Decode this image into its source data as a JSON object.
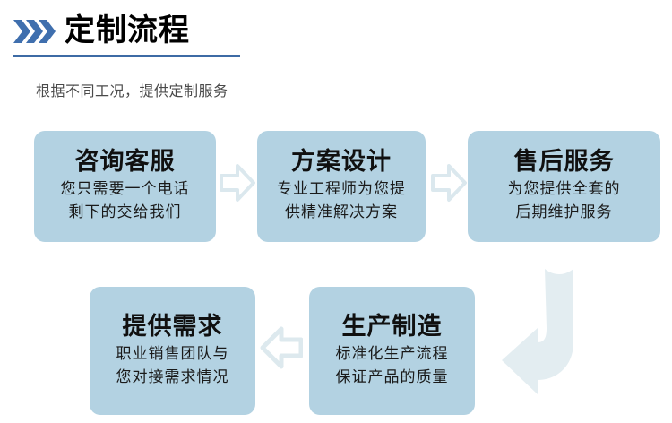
{
  "header": {
    "icon": "triple-chevron-right-icon",
    "title": "定制流程",
    "subtitle": "根据不同工况，提供定制服务",
    "accent_color": "#3d6ba5"
  },
  "theme": {
    "card_bg": "#b3d2e2",
    "card_title_color": "#101010",
    "card_body_color": "#1a1a1a",
    "arrow_outline_color": "#dce9ef",
    "arrow_fill_color": "#e3edf1",
    "page_bg": "#ffffff"
  },
  "flow": {
    "steps": [
      {
        "id": "step-1",
        "title": "咨询客服",
        "lines": [
          "您只需要一个电话",
          "剩下的交给我们"
        ]
      },
      {
        "id": "step-2",
        "title": "方案设计",
        "lines": [
          "专业工程师为您提",
          "供精准解决方案"
        ]
      },
      {
        "id": "step-3",
        "title": "售后服务",
        "lines": [
          "为您提供全套的",
          "后期维护服务"
        ]
      },
      {
        "id": "step-4",
        "title": "提供需求",
        "lines": [
          "职业销售团队与",
          "您对接需求情况"
        ]
      },
      {
        "id": "step-5",
        "title": "生产制造",
        "lines": [
          "标准化生产流程",
          "保证产品的质量"
        ]
      }
    ],
    "connectors": [
      {
        "id": "connector-1",
        "icon": "arrow-right-outline-icon",
        "direction": "right"
      },
      {
        "id": "connector-2",
        "icon": "arrow-right-outline-icon",
        "direction": "right"
      },
      {
        "id": "connector-3",
        "icon": "arrow-left-outline-icon",
        "direction": "left"
      },
      {
        "id": "connector-4",
        "icon": "bent-arrow-down-left-icon",
        "direction": "down-left"
      }
    ]
  }
}
